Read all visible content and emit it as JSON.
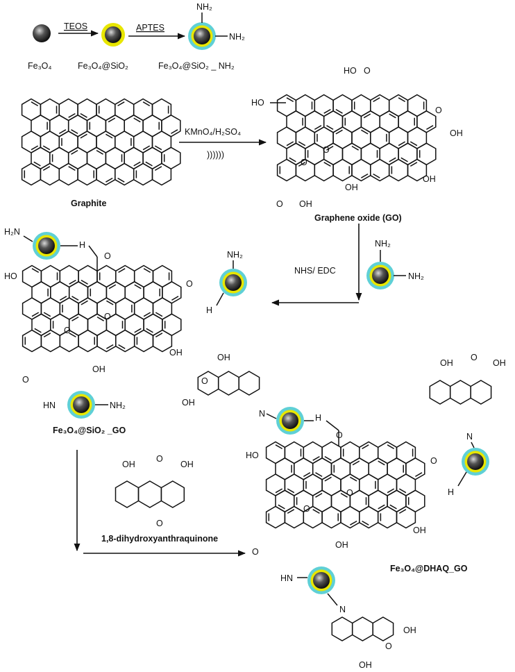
{
  "scheme": {
    "top_row": {
      "core_label": "Fe3O4",
      "silica_label": "Fe3O4@SiO2",
      "amine_label": "Fe3O4@SiO2 _ NH2",
      "teos": "TEOS",
      "aptes": "APTES"
    },
    "graphite_label": "Graphite",
    "oxidation_reagent": "KMnO4/H2SO4",
    "sonication": "))))))",
    "go_label": "Graphene oxide (GO)",
    "coupling_reagent": "NHS/ EDC",
    "mid_product_label": "Fe3O4@SiO2 _GO",
    "dhaq_label": "1,8-dihydroxyanthraquinone",
    "final_label": "Fe3O4@DHAQ_GO",
    "groups": {
      "oh": "OH",
      "ho": "HO",
      "nh2": "NH2",
      "h2n": "H2N",
      "nh": "NH",
      "hn": "HN",
      "h": "H",
      "n": "N",
      "o": "O"
    }
  },
  "colors": {
    "particle_core": "#2b2b2b",
    "silica_shell": "#e8e600",
    "amine_shell": "#5fd0d6",
    "ink": "#111111"
  }
}
